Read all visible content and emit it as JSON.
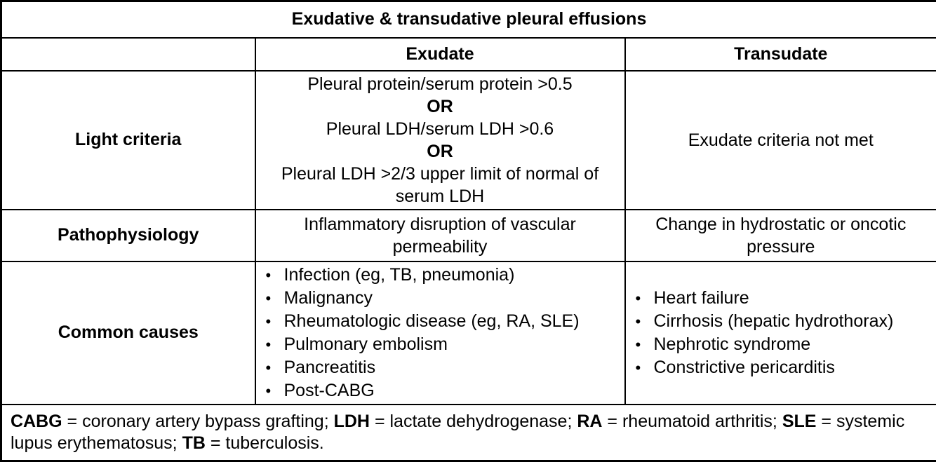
{
  "table": {
    "title": "Exudative & transudative pleural effusions",
    "columns": {
      "exudate": "Exudate",
      "transudate": "Transudate"
    },
    "rows": {
      "light": {
        "label": "Light criteria",
        "exudate_lines": [
          {
            "text": "Pleural protein/serum protein >0.5",
            "bold": false
          },
          {
            "text": "OR",
            "bold": true
          },
          {
            "text": "Pleural LDH/serum LDH >0.6",
            "bold": false
          },
          {
            "text": "OR",
            "bold": true
          },
          {
            "text": "Pleural LDH >2/3 upper limit of normal of serum LDH",
            "bold": false
          }
        ],
        "transudate": "Exudate criteria not met"
      },
      "pathophysiology": {
        "label": "Pathophysiology",
        "exudate": "Inflammatory disruption of vascular permeability",
        "transudate": "Change in hydrostatic or oncotic pressure"
      },
      "causes": {
        "label": "Common causes",
        "bullet_glyph": "•",
        "exudate_items": [
          "Infection (eg, TB, pneumonia)",
          "Malignancy",
          "Rheumatologic disease (eg, RA, SLE)",
          "Pulmonary embolism",
          "Pancreatitis",
          "Post-CABG"
        ],
        "transudate_items": [
          "Heart failure",
          "Cirrhosis (hepatic hydrothorax)",
          "Nephrotic syndrome",
          "Constrictive pericarditis"
        ]
      }
    },
    "footnote": {
      "segments": [
        {
          "bold": "CABG",
          "text": " = coronary artery bypass grafting; "
        },
        {
          "bold": "LDH",
          "text": " = lactate dehydrogenase; "
        },
        {
          "bold": "RA",
          "text": " = rheumatoid arthritis; "
        },
        {
          "bold": "SLE",
          "text": " = systemic lupus erythematosus; "
        },
        {
          "bold": "TB",
          "text": " = tuberculosis."
        }
      ]
    },
    "colors": {
      "border": "#000000",
      "background": "#ffffff",
      "text": "#000000"
    }
  }
}
